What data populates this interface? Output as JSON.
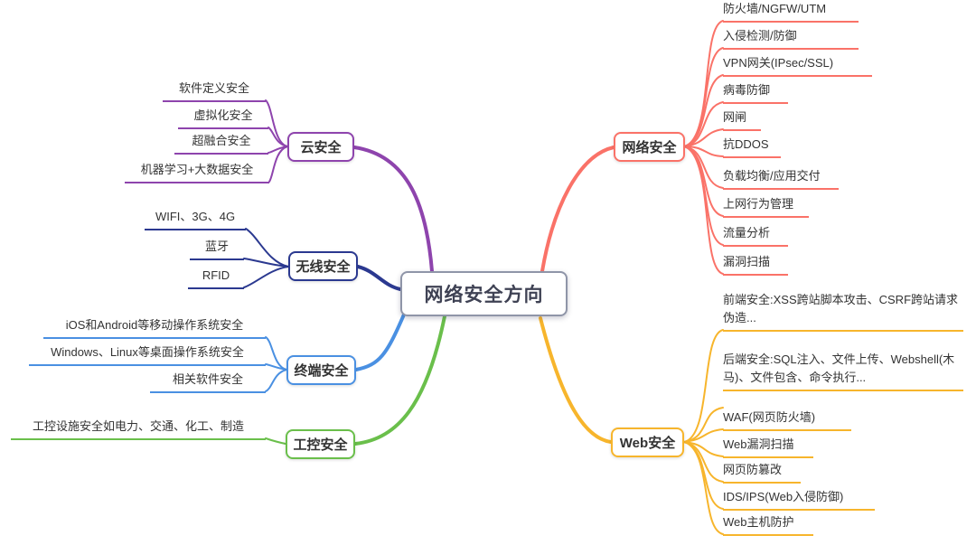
{
  "central": {
    "label": "网络安全方向",
    "border_color": "#8f95a8"
  },
  "branches": [
    {
      "label": "云安全",
      "color": "#8e44ad",
      "children": [
        {
          "label": "软件定义安全"
        },
        {
          "label": "虚拟化安全"
        },
        {
          "label": "超融合安全"
        },
        {
          "label": "机器学习+大数据安全"
        }
      ]
    },
    {
      "label": "无线安全",
      "color": "#2b3990",
      "children": [
        {
          "label": "WIFI、3G、4G"
        },
        {
          "label": "蓝牙"
        },
        {
          "label": "RFID"
        }
      ]
    },
    {
      "label": "终端安全",
      "color": "#4a90e2",
      "children": [
        {
          "label": "iOS和Android等移动操作系统安全"
        },
        {
          "label": "Windows、Linux等桌面操作系统安全"
        },
        {
          "label": "相关软件安全"
        }
      ]
    },
    {
      "label": "工控安全",
      "color": "#6abf4b",
      "children": [
        {
          "label": "工控设施安全如电力、交通、化工、制造"
        }
      ]
    },
    {
      "label": "网络安全",
      "color": "#fa7268",
      "children": [
        {
          "label": "防火墙/NGFW/UTM"
        },
        {
          "label": "入侵检测/防御"
        },
        {
          "label": "VPN网关(IPsec/SSL)"
        },
        {
          "label": "病毒防御"
        },
        {
          "label": "网闸"
        },
        {
          "label": "抗DDOS"
        },
        {
          "label": "负载均衡/应用交付"
        },
        {
          "label": "上网行为管理"
        },
        {
          "label": "流量分析"
        },
        {
          "label": "漏洞扫描"
        }
      ]
    },
    {
      "label": "Web安全",
      "color": "#f7b52c",
      "children": [
        {
          "label": "前端安全:XSS跨站脚本攻击、CSRF跨站请求伪造..."
        },
        {
          "label": "后端安全:SQL注入、文件上传、Webshell(木马)、文件包含、命令执行..."
        },
        {
          "label": "WAF(网页防火墙)"
        },
        {
          "label": "Web漏洞扫描"
        },
        {
          "label": "网页防篡改"
        },
        {
          "label": "IDS/IPS(Web入侵防御)"
        },
        {
          "label": "Web主机防护"
        }
      ]
    }
  ]
}
